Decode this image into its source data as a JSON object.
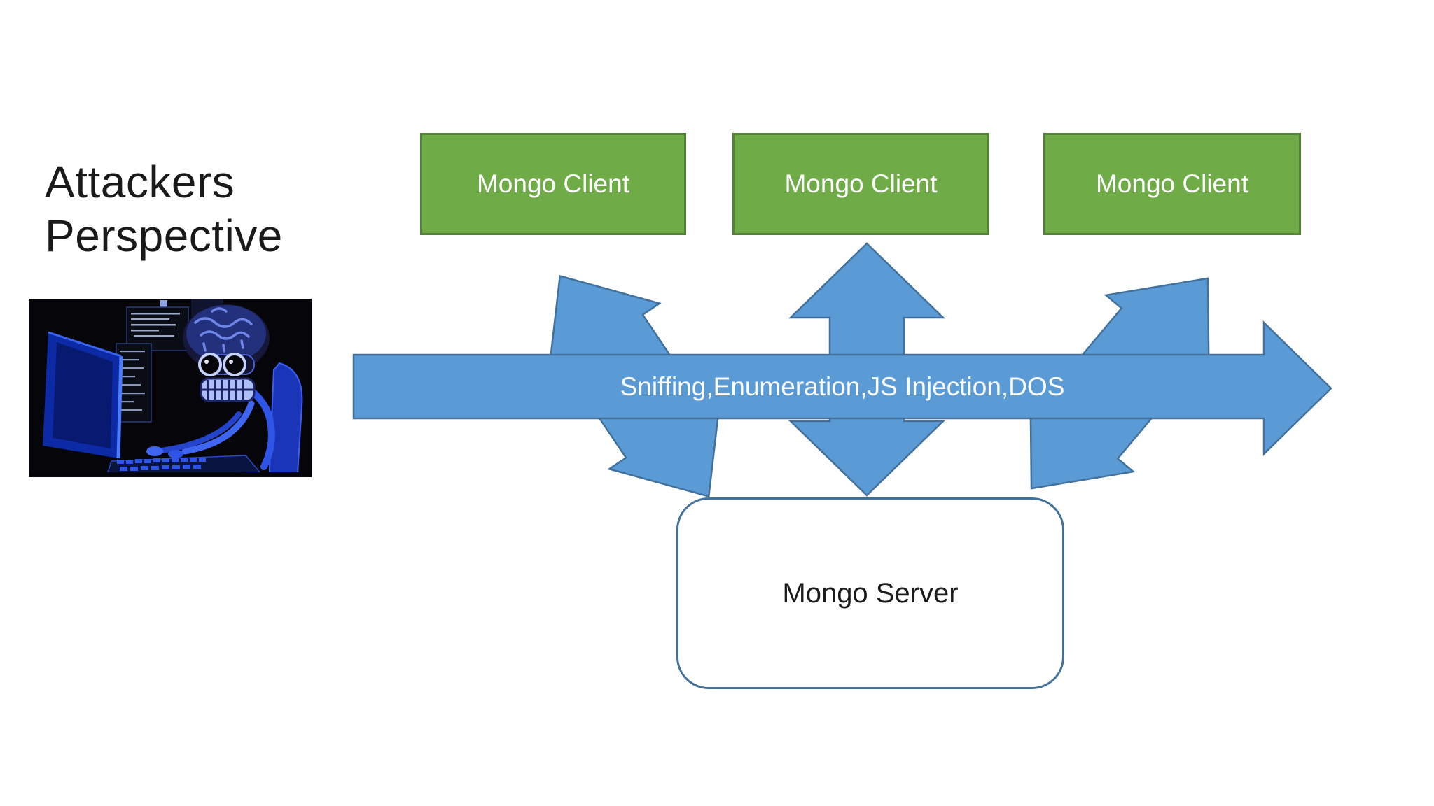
{
  "slide": {
    "title": {
      "line1": "Attackers",
      "line2": "Perspective"
    },
    "client_boxes": [
      {
        "label": "Mongo Client"
      },
      {
        "label": "Mongo Client"
      },
      {
        "label": "Mongo Client"
      }
    ],
    "server_box": {
      "label": "Mongo Server"
    },
    "attack_arrow": {
      "label": "Sniffing,Enumeration,JS Injection,DOS"
    },
    "colors": {
      "background": "#ffffff",
      "client_fill": "#6fac47",
      "client_border": "#538135",
      "arrow_fill": "#5b9bd5",
      "arrow_border": "#41719c",
      "server_border": "#41719c",
      "title_text": "#1a1a1a"
    }
  }
}
